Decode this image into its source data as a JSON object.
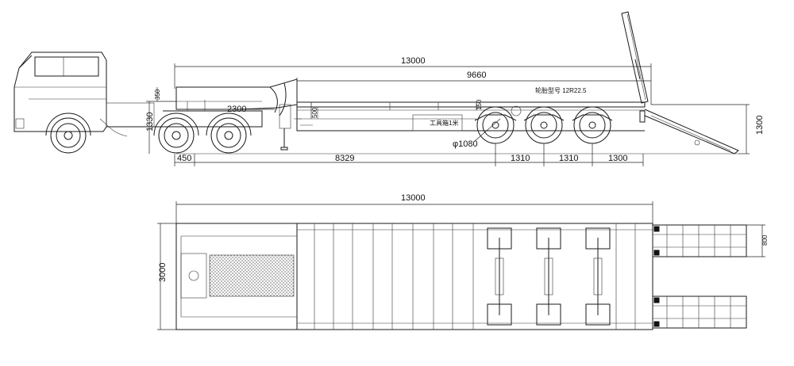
{
  "side_view": {
    "overall_length": "13000",
    "deck_length": "9660",
    "neck_height": "350",
    "coupling_to_bogie": "2300",
    "frame_height": "500",
    "gooseneck_height_small": "150",
    "tire_model_label": "轮胎型号 12R22.5",
    "toolbox_label": "工具箱1米",
    "wheel_diameter": "φ1080",
    "fifth_wheel_height": "1330",
    "ramp_height": "1300",
    "front_overhang": "450",
    "kingpin_to_axle": "8329",
    "axle_spacing_1": "1310",
    "axle_spacing_2": "1310",
    "rear_overhang": "1300"
  },
  "top_view": {
    "overall_length": "13000",
    "overall_width": "3000",
    "ramp_width": "800"
  }
}
